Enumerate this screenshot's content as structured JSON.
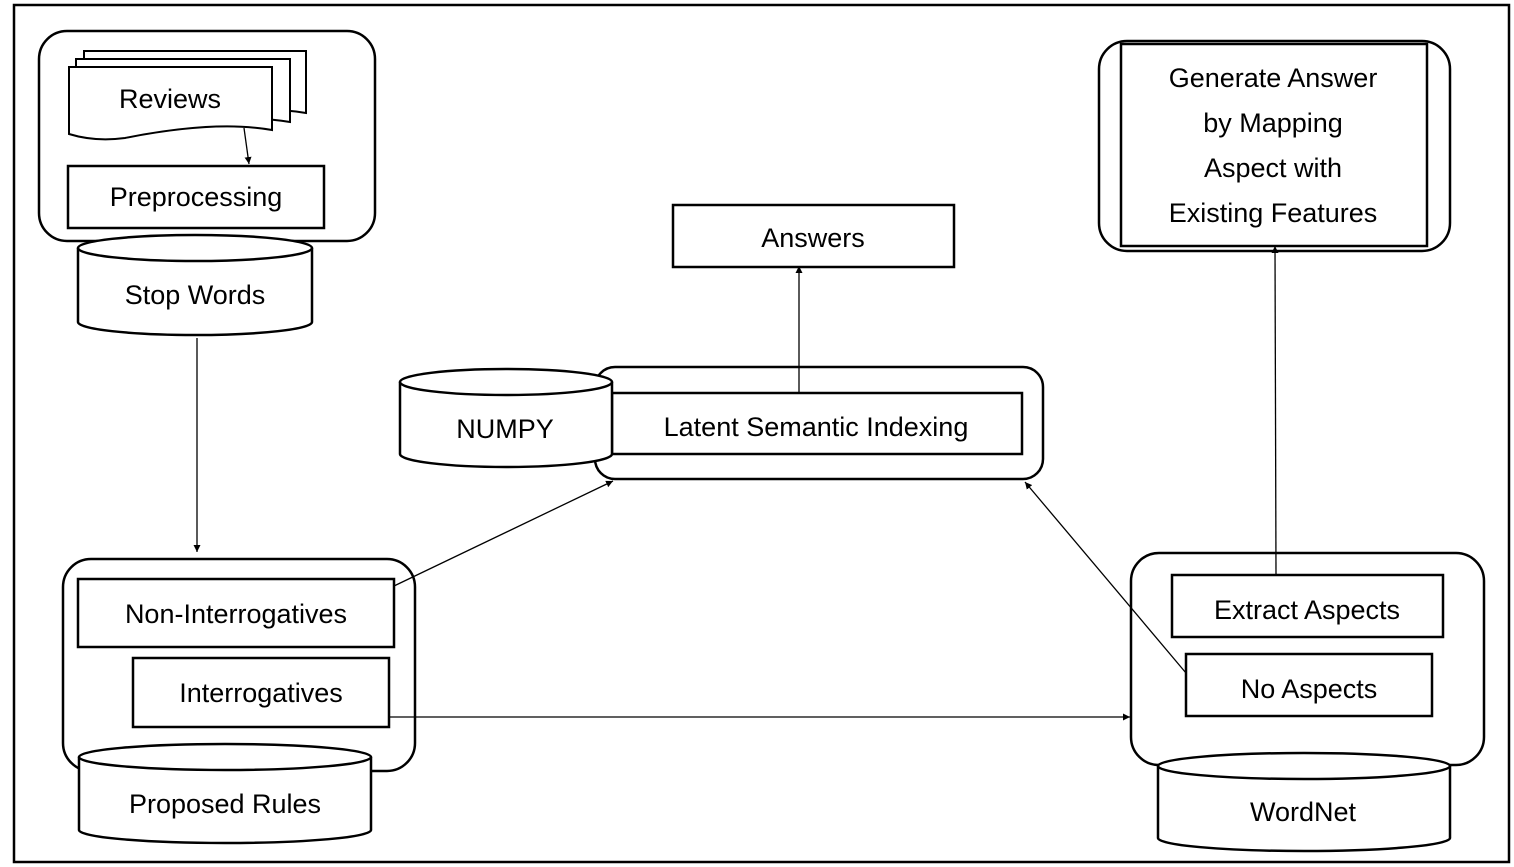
{
  "nodes": {
    "reviews": "Reviews",
    "preprocessing": "Preprocessing",
    "stop_words": "Stop Words",
    "answers": "Answers",
    "numpy": "NUMPY",
    "lsi": "Latent Semantic Indexing",
    "generate_answer": [
      "Generate Answer",
      "by Mapping",
      "Aspect with",
      "Existing Features"
    ],
    "non_interrogatives": "Non-Interrogatives",
    "interrogatives": "Interrogatives",
    "proposed_rules": "Proposed Rules",
    "extract_aspects": "Extract Aspects",
    "no_aspects": "No Aspects",
    "wordnet": "WordNet"
  }
}
